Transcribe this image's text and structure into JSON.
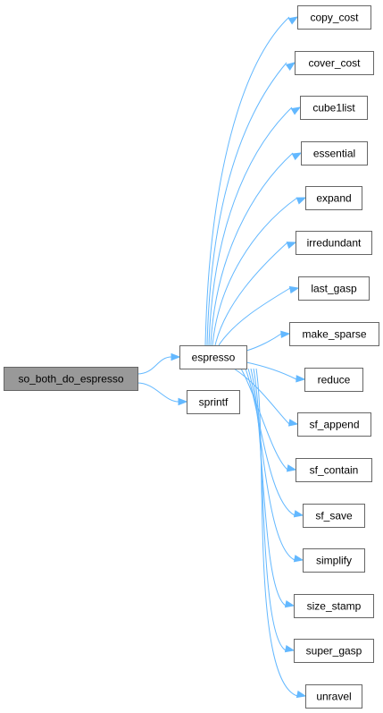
{
  "diagram": {
    "colors": {
      "edge": "#63b8ff",
      "node_border": "#666666",
      "node_fill": "#ffffff",
      "root_fill": "#999999"
    },
    "nodes": [
      {
        "id": "so_both_do_espresso",
        "label": "so_both_do_espresso",
        "root": true
      },
      {
        "id": "espresso",
        "label": "espresso"
      },
      {
        "id": "sprintf",
        "label": "sprintf"
      },
      {
        "id": "copy_cost",
        "label": "copy_cost"
      },
      {
        "id": "cover_cost",
        "label": "cover_cost"
      },
      {
        "id": "cube1list",
        "label": "cube1list"
      },
      {
        "id": "essential",
        "label": "essential"
      },
      {
        "id": "expand",
        "label": "expand"
      },
      {
        "id": "irredundant",
        "label": "irredundant"
      },
      {
        "id": "last_gasp",
        "label": "last_gasp"
      },
      {
        "id": "make_sparse",
        "label": "make_sparse"
      },
      {
        "id": "reduce",
        "label": "reduce"
      },
      {
        "id": "sf_append",
        "label": "sf_append"
      },
      {
        "id": "sf_contain",
        "label": "sf_contain"
      },
      {
        "id": "sf_save",
        "label": "sf_save"
      },
      {
        "id": "simplify",
        "label": "simplify"
      },
      {
        "id": "size_stamp",
        "label": "size_stamp"
      },
      {
        "id": "super_gasp",
        "label": "super_gasp"
      },
      {
        "id": "unravel",
        "label": "unravel"
      }
    ],
    "edges": [
      {
        "from": "so_both_do_espresso",
        "to": "espresso"
      },
      {
        "from": "so_both_do_espresso",
        "to": "sprintf"
      },
      {
        "from": "espresso",
        "to": "copy_cost"
      },
      {
        "from": "espresso",
        "to": "cover_cost"
      },
      {
        "from": "espresso",
        "to": "cube1list"
      },
      {
        "from": "espresso",
        "to": "essential"
      },
      {
        "from": "espresso",
        "to": "expand"
      },
      {
        "from": "espresso",
        "to": "irredundant"
      },
      {
        "from": "espresso",
        "to": "last_gasp"
      },
      {
        "from": "espresso",
        "to": "make_sparse"
      },
      {
        "from": "espresso",
        "to": "reduce"
      },
      {
        "from": "espresso",
        "to": "sf_append"
      },
      {
        "from": "espresso",
        "to": "sf_contain"
      },
      {
        "from": "espresso",
        "to": "sf_save"
      },
      {
        "from": "espresso",
        "to": "simplify"
      },
      {
        "from": "espresso",
        "to": "size_stamp"
      },
      {
        "from": "espresso",
        "to": "super_gasp"
      },
      {
        "from": "espresso",
        "to": "unravel"
      }
    ]
  }
}
